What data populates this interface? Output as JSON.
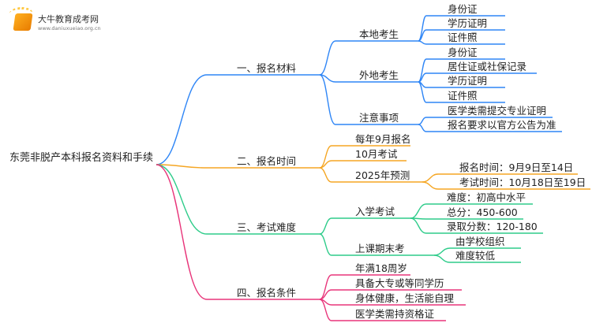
{
  "logo": {
    "name": "大牛教育成考网",
    "url": "www.daniuxueiao.org.cn"
  },
  "root": "东莞非脱产本科报名资料和手续",
  "colors": {
    "b1": "#2f86f6",
    "b2": "#f5a623",
    "b3": "#2ecc8a",
    "b4": "#e8357a"
  },
  "b1": {
    "label": "一、报名材料",
    "local": {
      "label": "本地考生",
      "items": [
        "身份证",
        "学历证明",
        "证件照"
      ]
    },
    "nonlocal": {
      "label": "外地考生",
      "items": [
        "身份证",
        "居住证或社保记录",
        "学历证明",
        "证件照"
      ]
    },
    "notes": {
      "label": "注意事项",
      "items": [
        "医学类需提交专业证明",
        "报名要求以官方公告为准"
      ]
    }
  },
  "b2": {
    "label": "二、报名时间",
    "items": [
      "每年9月报名",
      "10月考试"
    ],
    "forecast": {
      "label": "2025年预测",
      "items": [
        "报名时间：9月9日至14日",
        "考试时间：10月18日至19日"
      ]
    }
  },
  "b3": {
    "label": "三、考试难度",
    "entrance": {
      "label": "入学考试",
      "items": [
        "难度：初高中水平",
        "总分：450-600",
        "录取分数：120-180"
      ]
    },
    "final": {
      "label": "上课期末考",
      "items": [
        "由学校组织",
        "难度较低"
      ]
    }
  },
  "b4": {
    "label": "四、报名条件",
    "items": [
      "年满18周岁",
      "具备大专或等同学历",
      "身体健康，生活能自理",
      "医学类需持资格证"
    ]
  }
}
